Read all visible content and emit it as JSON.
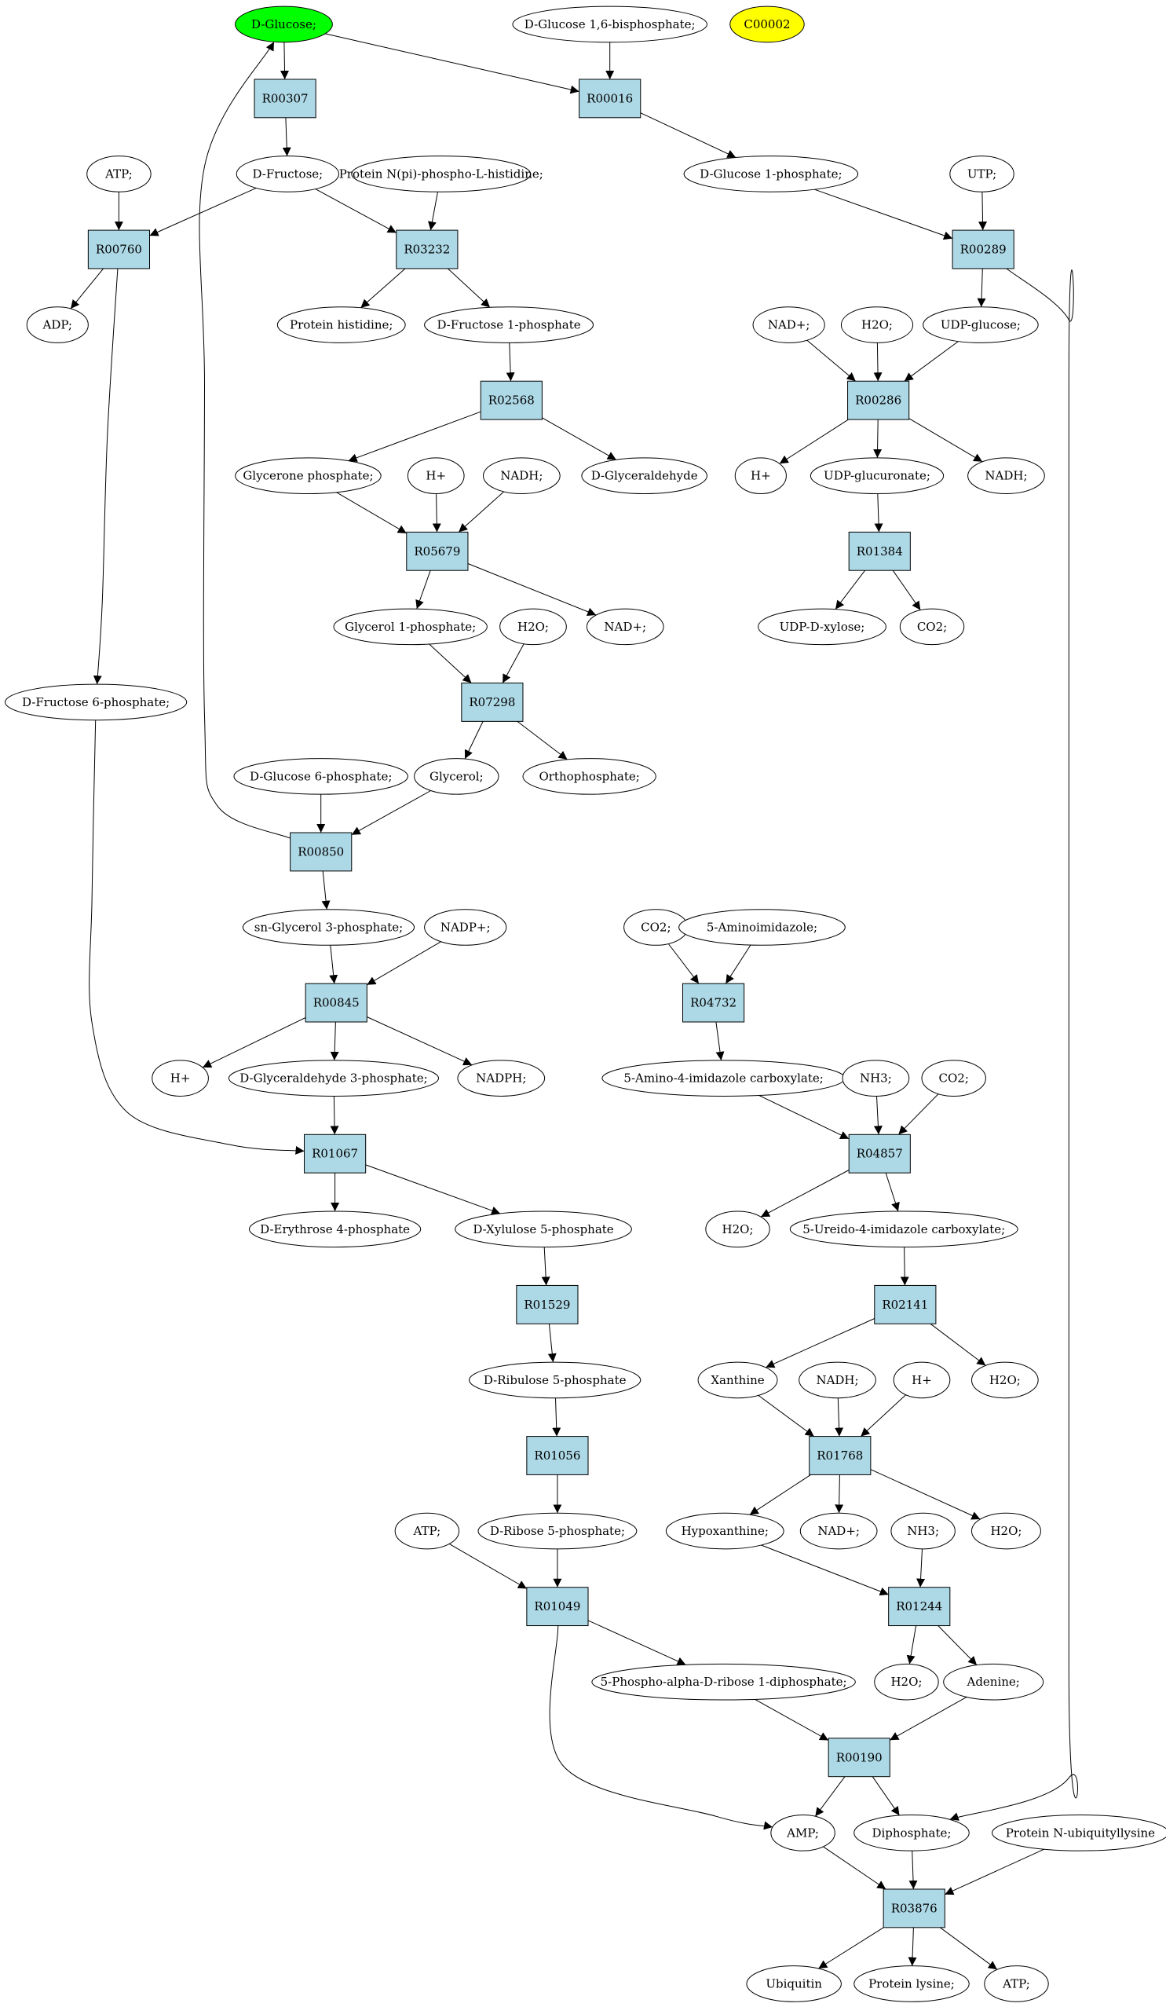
{
  "colors": {
    "reaction_fill": "#add8e6",
    "compound_fill": "#ffffff",
    "start_fill": "#00ff00",
    "highlight_fill": "#ffff00",
    "stroke": "#000000"
  },
  "compounds": {
    "glucose": {
      "label": "D-Glucose;",
      "highlight": "start"
    },
    "glc16bp": {
      "label": "D-Glucose 1,6-bisphosphate;"
    },
    "c00002": {
      "label": "C00002",
      "highlight": "query"
    },
    "fructose": {
      "label": "D-Fructose;"
    },
    "atp1": {
      "label": "ATP;"
    },
    "protNpi": {
      "label": "Protein N(pi)-phospho-L-histidine;"
    },
    "glc1p": {
      "label": "D-Glucose 1-phosphate;"
    },
    "utp": {
      "label": "UTP;"
    },
    "adp": {
      "label": "ADP;"
    },
    "protHis": {
      "label": "Protein histidine;"
    },
    "fru1p": {
      "label": "D-Fructose 1-phosphate"
    },
    "nad1": {
      "label": "NAD+;"
    },
    "h2o1": {
      "label": "H2O;"
    },
    "udpglc": {
      "label": "UDP-glucose;"
    },
    "glyceroneP": {
      "label": "Glycerone phosphate;"
    },
    "hplus1": {
      "label": "H+"
    },
    "nadh1": {
      "label": "NADH;"
    },
    "glyald": {
      "label": "D-Glyceraldehyde"
    },
    "hplus2": {
      "label": "H+"
    },
    "udpglcA": {
      "label": "UDP-glucuronate;"
    },
    "nadh2": {
      "label": "NADH;"
    },
    "glycerol1p": {
      "label": "Glycerol 1-phosphate;"
    },
    "h2o2": {
      "label": "H2O;"
    },
    "nad2": {
      "label": "NAD+;"
    },
    "udpxyl": {
      "label": "UDP-D-xylose;"
    },
    "co2a": {
      "label": "CO2;"
    },
    "fru6p": {
      "label": "D-Fructose 6-phosphate;"
    },
    "glc6p": {
      "label": "D-Glucose 6-phosphate;"
    },
    "glycerol": {
      "label": "Glycerol;"
    },
    "orthoP": {
      "label": "Orthophosphate;"
    },
    "snGly3p": {
      "label": "sn-Glycerol 3-phosphate;"
    },
    "nadp": {
      "label": "NADP+;"
    },
    "co2b": {
      "label": "CO2;"
    },
    "aminoimid": {
      "label": "5-Aminoimidazole;"
    },
    "hplus3": {
      "label": "H+"
    },
    "ga3p": {
      "label": "D-Glyceraldehyde 3-phosphate;"
    },
    "nadph": {
      "label": "NADPH;"
    },
    "aicarbox": {
      "label": "5-Amino-4-imidazole carboxylate;"
    },
    "nh3a": {
      "label": "NH3;"
    },
    "co2c": {
      "label": "CO2;"
    },
    "e4p": {
      "label": "D-Erythrose 4-phosphate"
    },
    "xu5p": {
      "label": "D-Xylulose 5-phosphate"
    },
    "h2o3": {
      "label": "H2O;"
    },
    "ureido": {
      "label": "5-Ureido-4-imidazole carboxylate;"
    },
    "ru5p": {
      "label": "D-Ribulose 5-phosphate"
    },
    "xanthine": {
      "label": "Xanthine"
    },
    "nadh3": {
      "label": "NADH;"
    },
    "hplus4": {
      "label": "H+"
    },
    "h2o4": {
      "label": "H2O;"
    },
    "atp2": {
      "label": "ATP;"
    },
    "r5p": {
      "label": "D-Ribose 5-phosphate;"
    },
    "hypox": {
      "label": "Hypoxanthine;"
    },
    "nad3": {
      "label": "NAD+;"
    },
    "nh3b": {
      "label": "NH3;"
    },
    "h2o5": {
      "label": "H2O;"
    },
    "h2o6": {
      "label": "H2O;"
    },
    "adenine": {
      "label": "Adenine;"
    },
    "prpp": {
      "label": "5-Phospho-alpha-D-ribose 1-diphosphate;"
    },
    "amp": {
      "label": "AMP;"
    },
    "diphos": {
      "label": "Diphosphate;"
    },
    "protNubq": {
      "label": "Protein N-ubiquityllysine"
    },
    "ubiquitin": {
      "label": "Ubiquitin"
    },
    "protLys": {
      "label": "Protein lysine;"
    },
    "atp3": {
      "label": "ATP;"
    }
  },
  "reactions": {
    "R00307": {
      "label": "R00307"
    },
    "R00016": {
      "label": "R00016"
    },
    "R00760": {
      "label": "R00760"
    },
    "R03232": {
      "label": "R03232"
    },
    "R00289": {
      "label": "R00289"
    },
    "R02568": {
      "label": "R02568"
    },
    "R00286": {
      "label": "R00286"
    },
    "R05679": {
      "label": "R05679"
    },
    "R01384": {
      "label": "R01384"
    },
    "R07298": {
      "label": "R07298"
    },
    "R00850": {
      "label": "R00850"
    },
    "R00845": {
      "label": "R00845"
    },
    "R04732": {
      "label": "R04732"
    },
    "R04857": {
      "label": "R04857"
    },
    "R01067": {
      "label": "R01067"
    },
    "R01529": {
      "label": "R01529"
    },
    "R02141": {
      "label": "R02141"
    },
    "R01056": {
      "label": "R01056"
    },
    "R01768": {
      "label": "R01768"
    },
    "R01049": {
      "label": "R01049"
    },
    "R01244": {
      "label": "R01244"
    },
    "R00190": {
      "label": "R00190"
    },
    "R03876": {
      "label": "R03876"
    }
  },
  "edges": [
    {
      "from": "glucose",
      "to": "R00307"
    },
    {
      "from": "glucose",
      "to": "R00016"
    },
    {
      "from": "glc16bp",
      "to": "R00016"
    },
    {
      "from": "R00307",
      "to": "fructose"
    },
    {
      "from": "R00016",
      "to": "glc1p"
    },
    {
      "from": "fructose",
      "to": "R00760"
    },
    {
      "from": "atp1",
      "to": "R00760"
    },
    {
      "from": "fructose",
      "to": "R03232"
    },
    {
      "from": "protNpi",
      "to": "R03232"
    },
    {
      "from": "glc1p",
      "to": "R00289"
    },
    {
      "from": "utp",
      "to": "R00289"
    },
    {
      "from": "R00760",
      "to": "adp"
    },
    {
      "from": "R00760",
      "to": "fru6p"
    },
    {
      "from": "R03232",
      "to": "protHis"
    },
    {
      "from": "R03232",
      "to": "fru1p"
    },
    {
      "from": "R00289",
      "to": "udpglc"
    },
    {
      "from": "R00289",
      "to": "diphos"
    },
    {
      "from": "fru1p",
      "to": "R02568"
    },
    {
      "from": "nad1",
      "to": "R00286"
    },
    {
      "from": "h2o1",
      "to": "R00286"
    },
    {
      "from": "udpglc",
      "to": "R00286"
    },
    {
      "from": "R02568",
      "to": "glyceroneP"
    },
    {
      "from": "R02568",
      "to": "glyald"
    },
    {
      "from": "R00286",
      "to": "hplus2"
    },
    {
      "from": "R00286",
      "to": "udpglcA"
    },
    {
      "from": "R00286",
      "to": "nadh2"
    },
    {
      "from": "glyceroneP",
      "to": "R05679"
    },
    {
      "from": "hplus1",
      "to": "R05679"
    },
    {
      "from": "nadh1",
      "to": "R05679"
    },
    {
      "from": "udpglcA",
      "to": "R01384"
    },
    {
      "from": "R05679",
      "to": "glycerol1p"
    },
    {
      "from": "R05679",
      "to": "nad2"
    },
    {
      "from": "R01384",
      "to": "udpxyl"
    },
    {
      "from": "R01384",
      "to": "co2a"
    },
    {
      "from": "glycerol1p",
      "to": "R07298"
    },
    {
      "from": "h2o2",
      "to": "R07298"
    },
    {
      "from": "R07298",
      "to": "glycerol"
    },
    {
      "from": "R07298",
      "to": "orthoP"
    },
    {
      "from": "glc6p",
      "to": "R00850"
    },
    {
      "from": "glycerol",
      "to": "R00850"
    },
    {
      "from": "R00850",
      "to": "glucose"
    },
    {
      "from": "R00850",
      "to": "snGly3p"
    },
    {
      "from": "snGly3p",
      "to": "R00845"
    },
    {
      "from": "nadp",
      "to": "R00845"
    },
    {
      "from": "co2b",
      "to": "R04732"
    },
    {
      "from": "aminoimid",
      "to": "R04732"
    },
    {
      "from": "R00845",
      "to": "hplus3"
    },
    {
      "from": "R00845",
      "to": "ga3p"
    },
    {
      "from": "R00845",
      "to": "nadph"
    },
    {
      "from": "R04732",
      "to": "aicarbox"
    },
    {
      "from": "aicarbox",
      "to": "R04857"
    },
    {
      "from": "nh3a",
      "to": "R04857"
    },
    {
      "from": "co2c",
      "to": "R04857"
    },
    {
      "from": "fru6p",
      "to": "R01067"
    },
    {
      "from": "ga3p",
      "to": "R01067"
    },
    {
      "from": "R01067",
      "to": "e4p"
    },
    {
      "from": "R01067",
      "to": "xu5p"
    },
    {
      "from": "R04857",
      "to": "h2o3"
    },
    {
      "from": "R04857",
      "to": "ureido"
    },
    {
      "from": "xu5p",
      "to": "R01529"
    },
    {
      "from": "ureido",
      "to": "R02141"
    },
    {
      "from": "R01529",
      "to": "ru5p"
    },
    {
      "from": "R02141",
      "to": "xanthine"
    },
    {
      "from": "R02141",
      "to": "h2o4"
    },
    {
      "from": "ru5p",
      "to": "R01056"
    },
    {
      "from": "xanthine",
      "to": "R01768"
    },
    {
      "from": "nadh3",
      "to": "R01768"
    },
    {
      "from": "hplus4",
      "to": "R01768"
    },
    {
      "from": "R01056",
      "to": "r5p"
    },
    {
      "from": "R01768",
      "to": "hypox"
    },
    {
      "from": "R01768",
      "to": "nad3"
    },
    {
      "from": "R01768",
      "to": "h2o5"
    },
    {
      "from": "atp2",
      "to": "R01049"
    },
    {
      "from": "r5p",
      "to": "R01049"
    },
    {
      "from": "hypox",
      "to": "R01244"
    },
    {
      "from": "nh3b",
      "to": "R01244"
    },
    {
      "from": "R01244",
      "to": "h2o6"
    },
    {
      "from": "R01244",
      "to": "adenine"
    },
    {
      "from": "R01049",
      "to": "prpp"
    },
    {
      "from": "R01049",
      "to": "amp"
    },
    {
      "from": "prpp",
      "to": "R00190"
    },
    {
      "from": "adenine",
      "to": "R00190"
    },
    {
      "from": "R00190",
      "to": "amp"
    },
    {
      "from": "R00190",
      "to": "diphos"
    },
    {
      "from": "amp",
      "to": "R03876"
    },
    {
      "from": "diphos",
      "to": "R03876"
    },
    {
      "from": "protNubq",
      "to": "R03876"
    },
    {
      "from": "R03876",
      "to": "ubiquitin"
    },
    {
      "from": "R03876",
      "to": "protLys"
    },
    {
      "from": "R03876",
      "to": "atp3"
    }
  ]
}
